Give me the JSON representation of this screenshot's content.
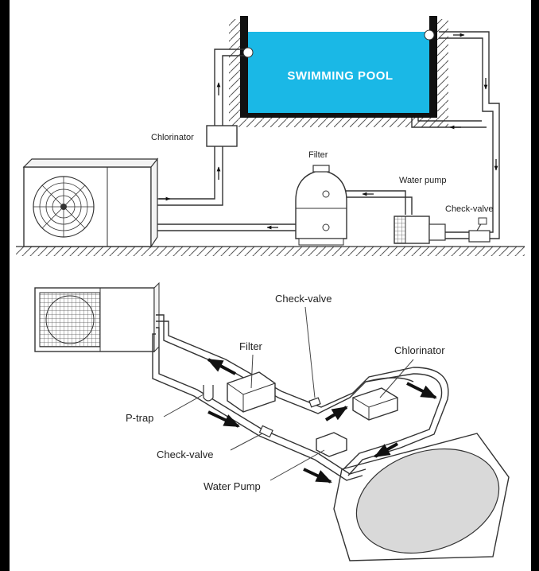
{
  "colors": {
    "background": "#ffffff",
    "frame": "#000000",
    "pool_water": "#1ab8e6",
    "pool_text": "#ffffff",
    "line": "#333333",
    "pipe_fill": "#ffffff",
    "pool_shape": "#d9d9d9",
    "arrow": "#111111"
  },
  "top_diagram": {
    "pool_label": "SWIMMING POOL",
    "chlorinator_label": "Chlorinator",
    "filter_label": "Filter",
    "water_pump_label": "Water pump",
    "check_valve_label": "Check-valve"
  },
  "bottom_diagram": {
    "check_valve_top_label": "Check-valve",
    "filter_label": "Filter",
    "chlorinator_label": "Chlorinator",
    "p_trap_label": "P-trap",
    "check_valve_bottom_label": "Check-valve",
    "water_pump_label": "Water Pump"
  },
  "icons": [
    "fan-grille-icon",
    "flow-arrow-icon",
    "heat-pump-unit-icon"
  ]
}
